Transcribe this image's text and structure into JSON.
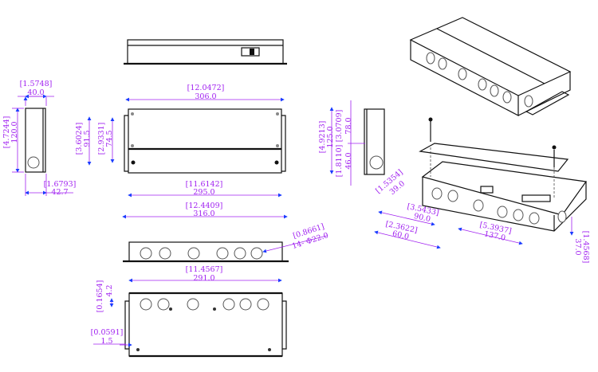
{
  "dimensions": {
    "side_left": {
      "width_in": "[1.5748]",
      "width_mm": "40.0",
      "height_in": "[4.7244]",
      "height_mm": "120.0",
      "depth_in": "[1.6793]",
      "depth_mm": "42.7"
    },
    "top_view": {
      "overall_in": "[12.0472]",
      "overall_mm": "306.0",
      "body_in": "[11.6142]",
      "body_mm": "295.0",
      "flange_in": "[12.4409]",
      "flange_mm": "316.0",
      "h1_in": "[3.6024]",
      "h1_mm": "91.5",
      "h2_in": "[2.9331]",
      "h2_mm": "74.5"
    },
    "side_right": {
      "height_in": "[4.9213]",
      "height_mm": "125.0",
      "upper_in": "[3.0709]",
      "upper_mm": "78.0",
      "lower_in": "[1.8110]",
      "lower_mm": "46.0"
    },
    "front_view": {
      "holes_in": "[0.8661]",
      "holes_label": "14- Φ22.0",
      "length_in": "[11.4567]",
      "length_mm": "291.0"
    },
    "bottom_view": {
      "offset_in": "[0.1654]",
      "offset_mm": "4.2",
      "flange_in": "[0.0591]",
      "flange_mm": "1.5"
    },
    "iso_view": {
      "a_in": "[1.5354]",
      "a_mm": "39.0",
      "b_in": "[3.5433]",
      "b_mm": "90.0",
      "c_in": "[2.3622]",
      "c_mm": "60.0",
      "d_in": "[5.3937]",
      "d_mm": "137.0",
      "e_in": "[1.4568]",
      "e_mm": "37.0"
    }
  }
}
